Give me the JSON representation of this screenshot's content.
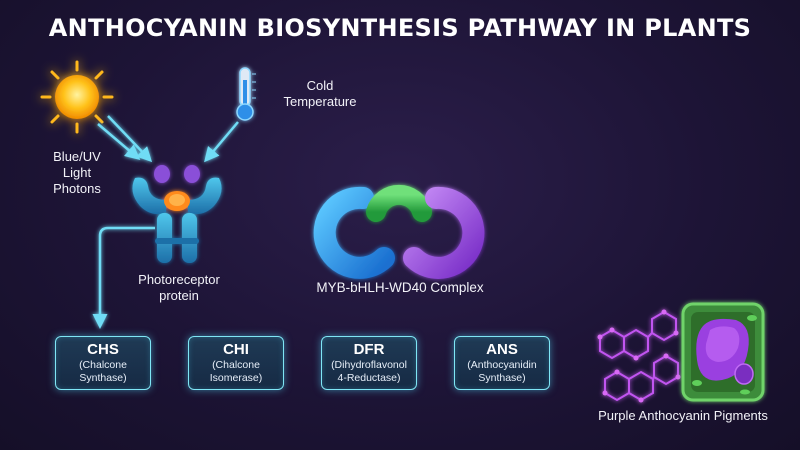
{
  "title": "ANTHOCYANIN BIOSYNTHESIS PATHWAY IN PLANTS",
  "inputs": {
    "light_label": "Blue/UV\nLight\nPhotons",
    "cold_label": "Cold\nTemperature"
  },
  "photoreceptor_label": "Photoreceptor\nprotein",
  "complex_label": "MYB-bHLH-WD40 Complex",
  "enzymes": [
    {
      "abbr": "CHS",
      "full": "(Chalcone\nSynthase)"
    },
    {
      "abbr": "CHI",
      "full": "(Chalcone\nIsomerase)"
    },
    {
      "abbr": "DFR",
      "full": "(Dihydroflavonol\n4-Reductase)"
    },
    {
      "abbr": "ANS",
      "full": "(Anthocyanidin\nSynthase)"
    }
  ],
  "output_label": "Purple Anthocyanin Pigments",
  "icons": {
    "light": "sun-icon",
    "cold": "thermometer-icon",
    "receptor": "photoreceptor-protein-icon",
    "complex": "protein-complex-icon",
    "molecule": "anthocyanin-molecule-icon",
    "cell": "plant-cell-icon"
  },
  "colors": {
    "arrow": "#6fdcf5",
    "arrow_purple": "#d27bf0",
    "box_border": "#7fe6f5",
    "complex_blue": "#2f9be8",
    "complex_green": "#3dbb55",
    "complex_purple": "#9a4be0"
  }
}
